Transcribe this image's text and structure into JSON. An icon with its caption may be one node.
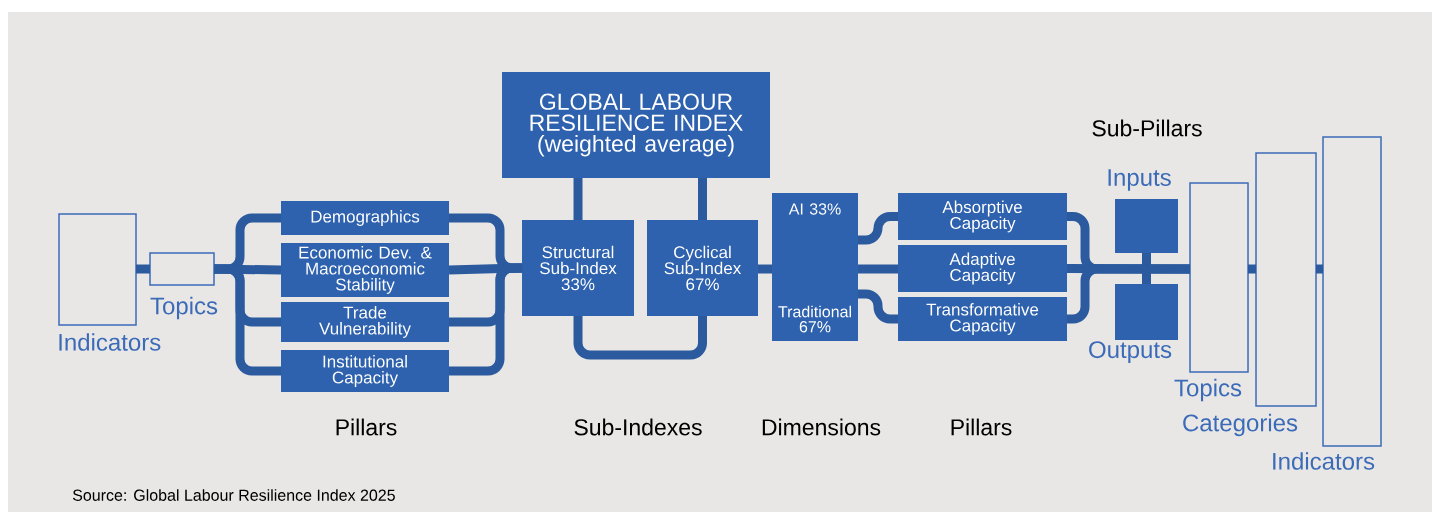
{
  "diagram": {
    "caption": "Source: Global Labour Resilience Index 2025",
    "nodes": [
      {
        "text": [
          "Indicators"
        ]
      },
      {
        "text": [
          "Topics"
        ]
      },
      {
        "text": [
          "Demographics"
        ]
      },
      {
        "text": [
          "Economic Dev. & Macroeconomic Stability"
        ]
      },
      {
        "text": [
          "Trade Vulnerability"
        ]
      },
      {
        "text": [
          "Institutional Capacity"
        ]
      },
      {
        "text": [
          "GLOBAL LABOUR RESILIENCE INDEX (weighted average)"
        ]
      },
      {
        "text": [
          "Structural Sub-Index 33%"
        ]
      },
      {
        "text": [
          "Cyclical Sub-Index 67%"
        ]
      },
      {
        "text": [
          "AI 33%",
          "Traditional 67%"
        ]
      },
      {
        "text": [
          "Absorptive Capacity"
        ]
      },
      {
        "text": [
          "Adaptive Capacity"
        ]
      },
      {
        "text": [
          "Transformative Capacity"
        ]
      },
      {
        "text": [
          "Inputs"
        ]
      },
      {
        "text": [
          "Outputs"
        ]
      },
      {
        "text": [
          "Topics"
        ]
      },
      {
        "text": [
          "Categories"
        ]
      },
      {
        "text": [
          "Indicators"
        ]
      }
    ],
    "edges": [
      {
        "from": 0,
        "to": 1,
        "arrow": "none"
      },
      {
        "from": 1,
        "to": 2,
        "arrow": "none"
      },
      {
        "from": 1,
        "to": 3,
        "arrow": "none"
      },
      {
        "from": 1,
        "to": 4,
        "arrow": "none"
      },
      {
        "from": 1,
        "to": 5,
        "arrow": "none"
      },
      {
        "from": 2,
        "to": 7,
        "arrow": "none"
      },
      {
        "from": 3,
        "to": 7,
        "arrow": "none"
      },
      {
        "from": 4,
        "to": 7,
        "arrow": "none"
      },
      {
        "from": 5,
        "to": 7,
        "arrow": "none"
      },
      {
        "from": 6,
        "to": 7,
        "arrow": "none"
      },
      {
        "from": 6,
        "to": 8,
        "arrow": "none"
      },
      {
        "from": 7,
        "to": 8,
        "arrow": "none"
      },
      {
        "from": 8,
        "to": 9,
        "arrow": "none"
      },
      {
        "from": 9,
        "to": 10,
        "arrow": "none"
      },
      {
        "from": 9,
        "to": 11,
        "arrow": "none"
      },
      {
        "from": 9,
        "to": 12,
        "arrow": "none"
      },
      {
        "from": 10,
        "to": 15,
        "arrow": "none"
      },
      {
        "from": 11,
        "to": 15,
        "arrow": "none"
      },
      {
        "from": 12,
        "to": 15,
        "arrow": "none"
      },
      {
        "from": 13,
        "to": 14,
        "arrow": "none"
      },
      {
        "from": 15,
        "to": 16,
        "arrow": "none"
      },
      {
        "from": 16,
        "to": 17,
        "arrow": "none"
      }
    ],
    "labels": [
      "Sub-Pillars",
      "Pillars",
      "Sub-Indexes",
      "Dimensions",
      "Pillars"
    ]
  }
}
